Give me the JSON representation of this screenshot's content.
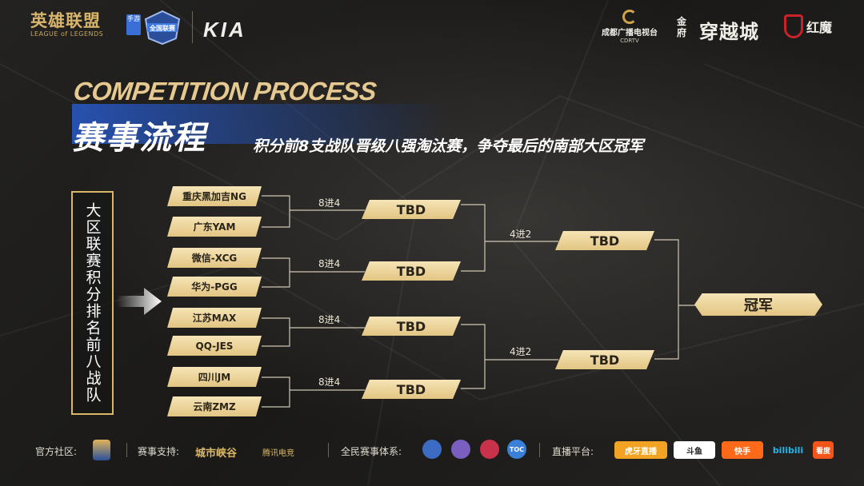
{
  "header": {
    "lol_cn": "英雄联盟",
    "lol_en": "LEAGUE of LEGENDS",
    "lol_tag": "手游",
    "league_logo": "全国联赛",
    "kia": "KIA",
    "cdrtv_cn": "成都广播电视台",
    "cdrtv_en": "CDRTV",
    "jinfu": "金府",
    "chuanyue": "穿越城",
    "redmagic": "红魔"
  },
  "title": {
    "en": "COMPETITION PROCESS",
    "cn": "赛事流程",
    "subtitle": "积分前8支战队晋级八强淘汰赛，争夺最后的南部大区冠军"
  },
  "left_box": "大区联赛积分排名前八战队",
  "bracket": {
    "teams": [
      "重庆黑加吉NG",
      "广东YAM",
      "微信-XCG",
      "华为-PGG",
      "江苏MAX",
      "QQ-JES",
      "四川JM",
      "云南ZMZ"
    ],
    "round1_label": "8进4",
    "round2_label": "4进2",
    "quarter": [
      "TBD",
      "TBD",
      "TBD",
      "TBD"
    ],
    "semi": [
      "TBD",
      "TBD"
    ],
    "champion": "冠军"
  },
  "footer": {
    "community_label": "官方社区:",
    "support_label": "赛事支持:",
    "support_1": "城市峡谷",
    "support_2": "腾讯电竞",
    "system_label": "全民赛事体系:",
    "system_badge_4": "TOC",
    "live_label": "直播平台:",
    "platforms": [
      "虎牙直播",
      "斗鱼",
      "快手",
      "bilibili",
      "看度"
    ]
  },
  "colors": {
    "gold": "#d9b766",
    "plate": "#f0d9a0",
    "background": "#1c1b1a",
    "title_band": "#2a5ac8"
  }
}
